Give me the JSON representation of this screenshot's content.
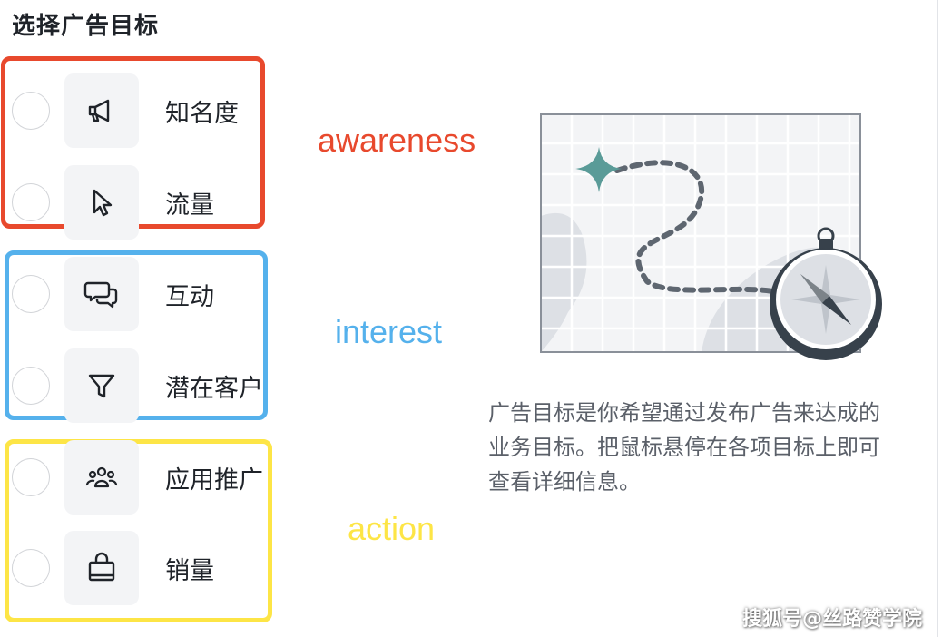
{
  "header": {
    "title": "选择广告目标"
  },
  "options": [
    {
      "label": "知名度",
      "icon": "megaphone-icon"
    },
    {
      "label": "流量",
      "icon": "cursor-icon"
    },
    {
      "label": "互动",
      "icon": "chat-bubbles-icon"
    },
    {
      "label": "潜在客户",
      "icon": "funnel-icon"
    },
    {
      "label": "应用推广",
      "icon": "people-group-icon"
    },
    {
      "label": "销量",
      "icon": "shopping-bag-icon"
    }
  ],
  "annotations": {
    "awareness": "awareness",
    "interest": "interest",
    "action": "action"
  },
  "colors": {
    "awareness": "#e8492d",
    "interest": "#55b1ec",
    "action": "#fde546",
    "compass_dark": "#37414b",
    "star_teal": "#5a9b98"
  },
  "description": {
    "line1": "广告目标是你希望通过发布广告来达成的",
    "line2": "业务目标。把鼠标悬停在各项目标上即可",
    "line3": "查看详细信息。"
  },
  "watermark": "搜狐号@丝路赞学院"
}
